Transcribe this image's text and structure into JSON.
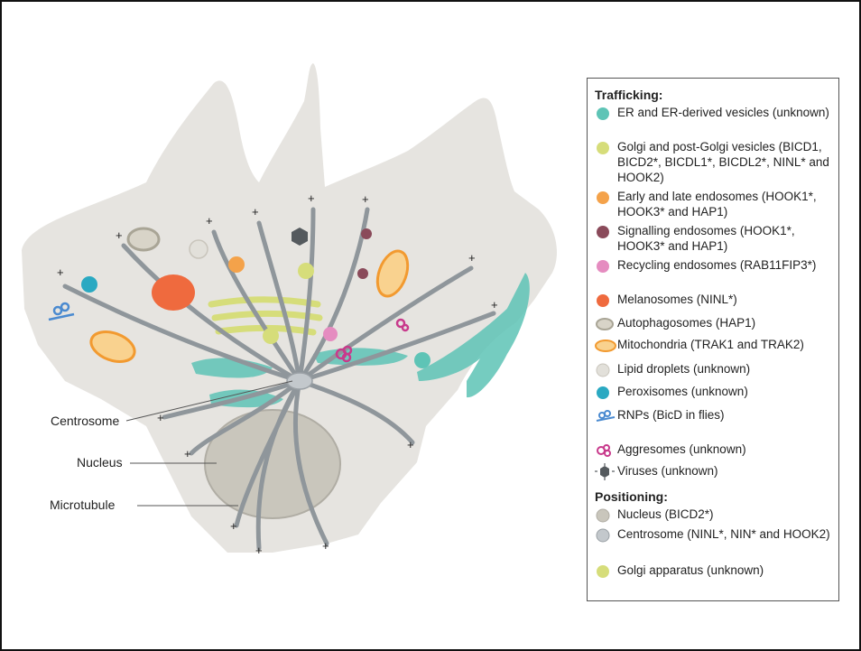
{
  "labels": {
    "centrosome": "Centrosome",
    "nucleus": "Nucleus",
    "microtubule": "Microtubule",
    "plus": "+"
  },
  "legend": {
    "trafficking_title": "Trafficking:",
    "positioning_title": "Positioning:",
    "trafficking": [
      {
        "icon": "er-vesicle-icon",
        "text": "ER and ER-derived vesicles (unknown)",
        "color": "#5ec4b6"
      },
      {
        "icon": "golgi-vesicle-icon",
        "text": "Golgi and post-Golgi vesicles (BICD1, BICD2*, BICDL1*, BICDL2*, NINL* and HOOK2)",
        "color": "#d6dd7a"
      },
      {
        "icon": "endosome-icon",
        "text": "Early and late endosomes (HOOK1*, HOOK3* and HAP1)",
        "color": "#f4a24a"
      },
      {
        "icon": "signalling-endosome-icon",
        "text": "Signalling endosomes (HOOK1*, HOOK3* and HAP1)",
        "color": "#8a4a5a"
      },
      {
        "icon": "recycling-endosome-icon",
        "text": "Recycling endosomes (RAB11FIP3*)",
        "color": "#e58cc0"
      },
      {
        "icon": "melanosome-icon",
        "text": "Melanosomes (NINL*)",
        "color": "#ef6a3e"
      },
      {
        "icon": "autophagosome-icon",
        "text": "Autophagosomes (HAP1)",
        "color": "#d8d4c8"
      },
      {
        "icon": "mitochondria-icon",
        "text": "Mitochondria (TRAK1 and TRAK2)",
        "color": "#f5a540"
      },
      {
        "icon": "lipid-droplet-icon",
        "text": "Lipid droplets (unknown)",
        "color": "#e2e0da"
      },
      {
        "icon": "peroxisome-icon",
        "text": "Peroxisomes (unknown)",
        "color": "#2aa9c2"
      },
      {
        "icon": "rnp-icon",
        "text": "RNPs (BicD in flies)",
        "color": "#4a8ad0"
      },
      {
        "icon": "aggresome-icon",
        "text": "Aggresomes (unknown)",
        "color": "#c83a8c"
      },
      {
        "icon": "virus-icon",
        "text": "Viruses (unknown)",
        "color": "#555a5e"
      }
    ],
    "positioning": [
      {
        "icon": "nucleus-icon",
        "text": "Nucleus (BICD2*)",
        "color": "#c9c6bc"
      },
      {
        "icon": "centrosome-icon",
        "text": "Centrosome (NINL*, NIN* and HOOK2)",
        "color": "#c3c8cc"
      },
      {
        "icon": "golgi-apparatus-icon",
        "text": "Golgi apparatus (unknown)",
        "color": "#d6dd7a"
      }
    ]
  },
  "colors": {
    "cell": "#e6e4e0",
    "microtubule": "#8f969b",
    "er": "#5ec4b6",
    "golgi": "#d6dd7a"
  }
}
